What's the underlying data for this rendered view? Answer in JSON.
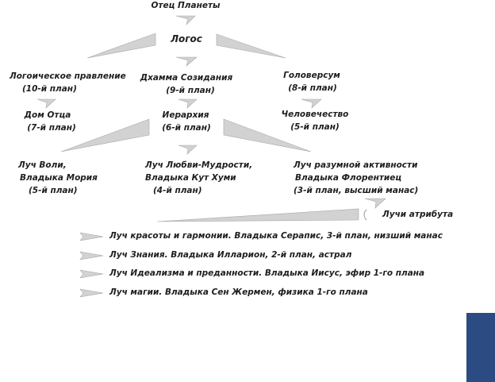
{
  "title": "Отец Планеты",
  "logos": "Логос",
  "level2": [
    {
      "name": "Логоическое правление",
      "plan": "(10-й план)"
    },
    {
      "name": "Дхамма Созидания",
      "plan": "(9-й план)"
    },
    {
      "name": "Головерсум",
      "plan": "(8-й план)"
    }
  ],
  "level3": [
    {
      "name": "Дом Отца",
      "plan": "(7-й план)"
    },
    {
      "name": "Иерархия",
      "plan": "(6-й план)"
    },
    {
      "name": "Человечество",
      "plan": "(5-й план)"
    }
  ],
  "rays": [
    {
      "line1": "Луч Воли,",
      "line2": "Владыка Мория",
      "plan": "(5-й план)"
    },
    {
      "line1": "Луч Любви-Мудрости,",
      "line2": "Владыка Кут Хуми",
      "plan": "(4-й план)"
    },
    {
      "line1": "Луч разумной активности",
      "line2": "Владыка Флорентиец",
      "plan": "(3-й план, высший манас)"
    }
  ],
  "attribute_label": "Лучи атрибута",
  "attribute_rays": [
    "Луч красоты и гармонии. Владыка Серапис, 3-й план, низший манас",
    "Луч Знания. Владыка Илларион, 2-й план, астрал",
    "Луч Идеализма и преданности. Владыка Иисус, эфир 1-го плана",
    "Луч магии. Владыка Сен Жермен, физика 1-го плана"
  ],
  "colors": {
    "shape": "#d2d2d2",
    "text": "#1e1e1e",
    "corner_block": "#2b4b82"
  }
}
